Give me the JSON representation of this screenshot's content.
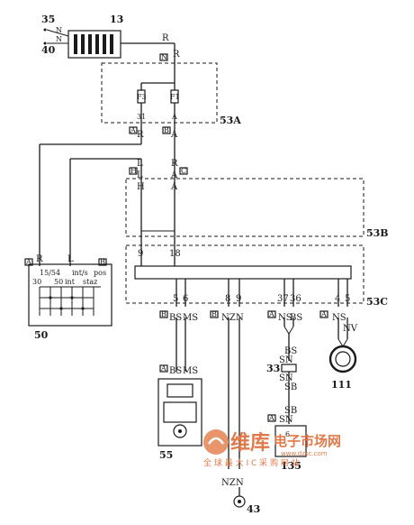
{
  "components": {
    "c13": "13",
    "c35": "35",
    "c40": "40",
    "c53A": "53A",
    "c53B": "53B",
    "c53C": "53C",
    "c50": "50",
    "c55": "55",
    "c111": "111",
    "c135": "135",
    "c33": "33",
    "c43": "43"
  },
  "fuses": {
    "f3": "F3",
    "f1": "F1"
  },
  "terminals": {
    "t31": "31",
    "t9": "9",
    "t18": "18",
    "t5": "5",
    "t6": "6",
    "t8": "8",
    "t9b": "9",
    "t37": "37",
    "t36": "36",
    "t4": "4",
    "t5b": "5",
    "t6b": "6",
    "t30": "30",
    "t50": "50",
    "sw15": "15/54",
    "swint": "int",
    "swints": "int/s",
    "swstaz": "staz",
    "swpos": "pos"
  },
  "connectors": {
    "A": "A",
    "B": "B",
    "C": "C",
    "H": "H"
  },
  "wires": {
    "R": "R",
    "A": "A",
    "L": "L",
    "H": "H",
    "BS": "BS",
    "MS": "MS",
    "NZ": "NZ",
    "N": "N",
    "NS": "NS",
    "NV": "NV",
    "SN": "SN",
    "SB": "SB",
    "NR": "N"
  },
  "watermark": {
    "brand": "维库",
    "title": "电子市场网",
    "url": "www.dzsc.com",
    "slogan": "全 球 最 大 I C 采 购 网 站"
  }
}
